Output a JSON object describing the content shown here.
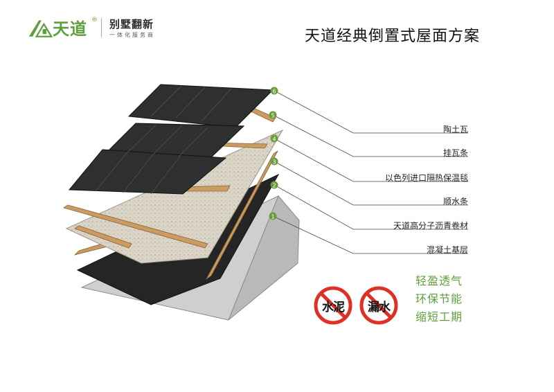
{
  "brand": {
    "name": "天道",
    "reg_mark": "®",
    "tagline": "别墅翻新",
    "slogan": "一体化服务商",
    "accent_color": "#5e9f3c"
  },
  "title": "天道经典倒置式屋面方案",
  "layers": [
    {
      "number": "6",
      "label": "陶土瓦"
    },
    {
      "number": "5",
      "label": "挂瓦条"
    },
    {
      "number": "4",
      "label": "以色列进口隔热保温毯"
    },
    {
      "number": "3",
      "label": "顺水条"
    },
    {
      "number": "2",
      "label": "天道高分子沥青卷材"
    },
    {
      "number": "1",
      "label": "混凝土基层"
    }
  ],
  "badges": [
    {
      "text": "水泥",
      "icon": "prohibited-icon"
    },
    {
      "text": "漏水",
      "icon": "prohibited-icon"
    }
  ],
  "benefits": [
    "轻盈透气",
    "环保节能",
    "缩短工期"
  ],
  "colors": {
    "tile": "#2c2e30",
    "batten": "#c89a62",
    "insulation": "#d9d4c6",
    "membrane": "#232323",
    "concrete": "#c8c8c6",
    "prohibit_red": "#e03025"
  }
}
